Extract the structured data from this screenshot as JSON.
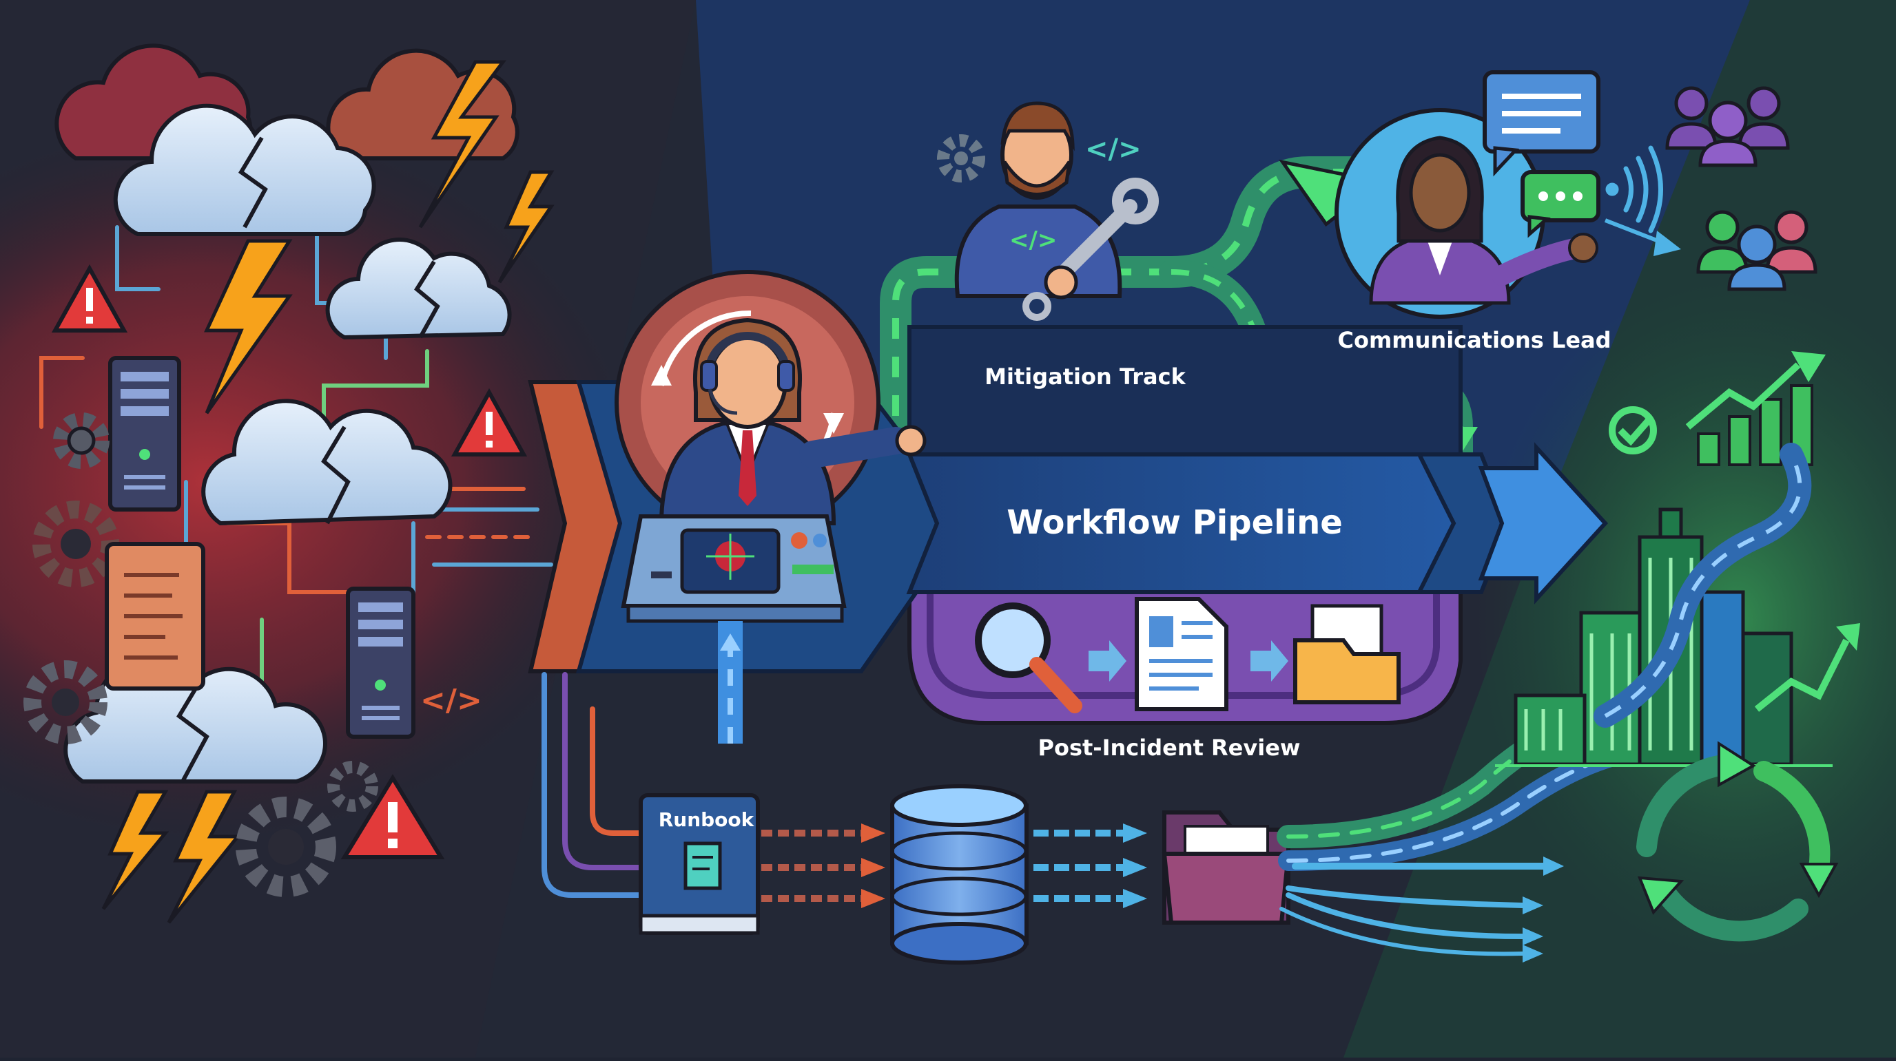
{
  "labels": {
    "mitigation_track": "Mitigation Track",
    "communications_lead": "Communications Lead",
    "workflow_pipeline": "Workflow Pipeline",
    "post_incident_review": "Post-Incident Review",
    "runbook": "Runbook"
  },
  "glyphs": {
    "code": "</>"
  },
  "colors": {
    "incident_red": "#b4323a",
    "pipeline_blue": "#1e4e8c",
    "mitigation_green": "#3fbf5f",
    "review_purple": "#7a4fb0",
    "stream_cyan": "#4fb3e6",
    "warning_red": "#e23a3a",
    "lightning_orange": "#f7a21b"
  },
  "icons": [
    "storm-cloud-icon",
    "lightning-icon",
    "warning-icon",
    "server-icon",
    "gear-icon",
    "log-scroll-icon",
    "code-icon",
    "headset-operator-icon",
    "control-console-icon",
    "engineer-wrench-icon",
    "communications-lead-icon",
    "chat-bubble-icon",
    "signal-waves-icon",
    "user-group-icon",
    "magnifier-icon",
    "document-icon",
    "folder-icon",
    "database-icon",
    "runbook-book-icon",
    "checkmark-icon",
    "growth-chart-icon",
    "city-skyline-icon",
    "cycle-arrows-icon"
  ]
}
